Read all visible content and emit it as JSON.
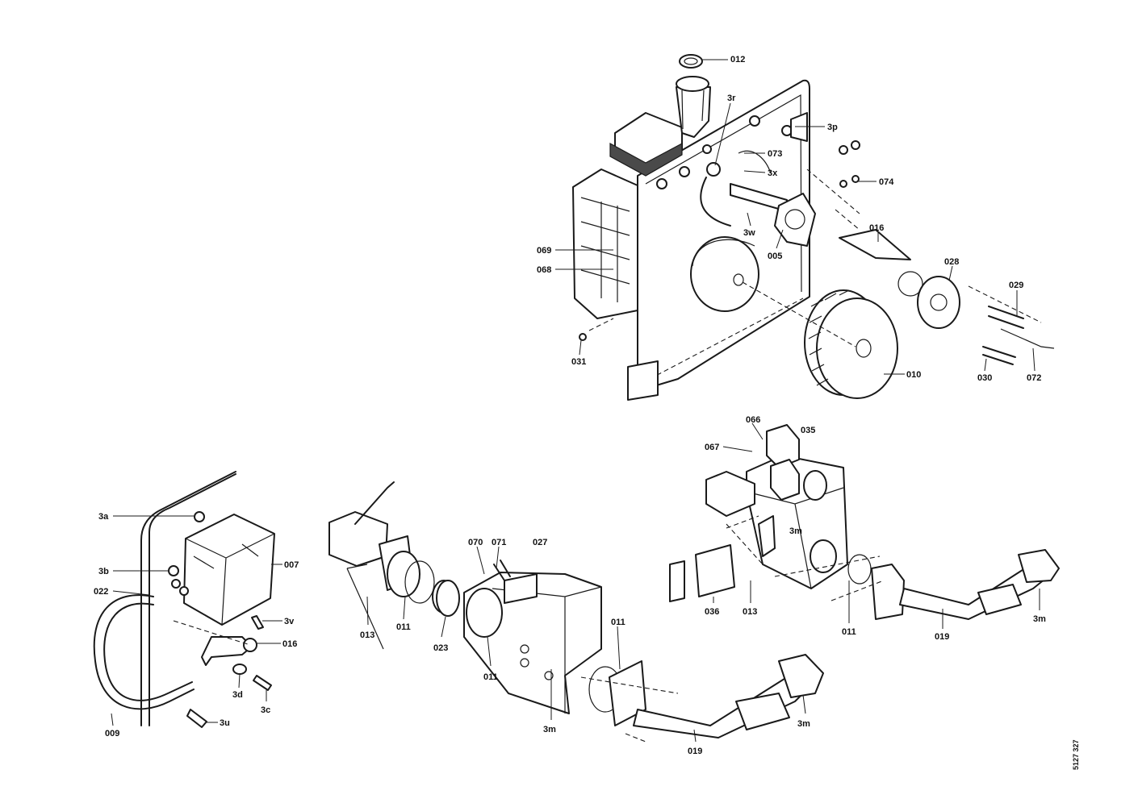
{
  "labels": {
    "p012": "012",
    "p3r": "3r",
    "p3p": "3p",
    "p073": "073",
    "p3x": "3x",
    "p074": "074",
    "p3w": "3w",
    "p005": "005",
    "p016a": "016",
    "p028": "028",
    "p029": "029",
    "p069": "069",
    "p068": "068",
    "p031": "031",
    "p010": "010",
    "p030": "030",
    "p072": "072",
    "p066": "066",
    "p035": "035",
    "p067": "067",
    "p3m_r1": "3m",
    "p036": "036",
    "p013_r": "013",
    "p011_r": "011",
    "p019_r": "019",
    "p3m_r2": "3m",
    "p3a": "3a",
    "p3b": "3b",
    "p022": "022",
    "p007": "007",
    "p3v": "3v",
    "p016b": "016",
    "p3d": "3d",
    "p3c": "3c",
    "p3u": "3u",
    "p009": "009",
    "p070": "070",
    "p071": "071",
    "p027": "027",
    "p013_m": "013",
    "p011_m1": "011",
    "p023": "023",
    "p011_m2": "011",
    "p011_m3": "011",
    "p3m_m1": "3m",
    "p019_m": "019",
    "p3m_m2": "3m"
  },
  "reference": "5127 327",
  "colors": {
    "line": "#1a1a1a",
    "background": "#ffffff",
    "shade": "#d9d9d9"
  }
}
